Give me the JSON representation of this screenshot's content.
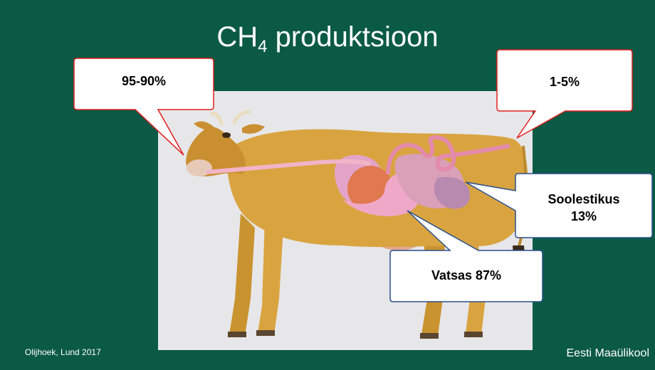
{
  "slide": {
    "title_main": "CH",
    "title_sub": "4",
    "title_rest": " produktsioon",
    "source": "Olijhoek, Lund 2017",
    "brand": "Eesti Maaülikool",
    "colors": {
      "background": "#0b5a45",
      "callout_border": "#e02020",
      "callout_border_blue": "#2b4f8c"
    }
  },
  "callouts": {
    "mouth": "95-90%",
    "rear": "1-5%",
    "intestines_name": "Soolestikus",
    "intestines_value": "13%",
    "rumen": "Vatsas 87%"
  },
  "illustration": {
    "subject": "cow-digestive-system-image"
  }
}
